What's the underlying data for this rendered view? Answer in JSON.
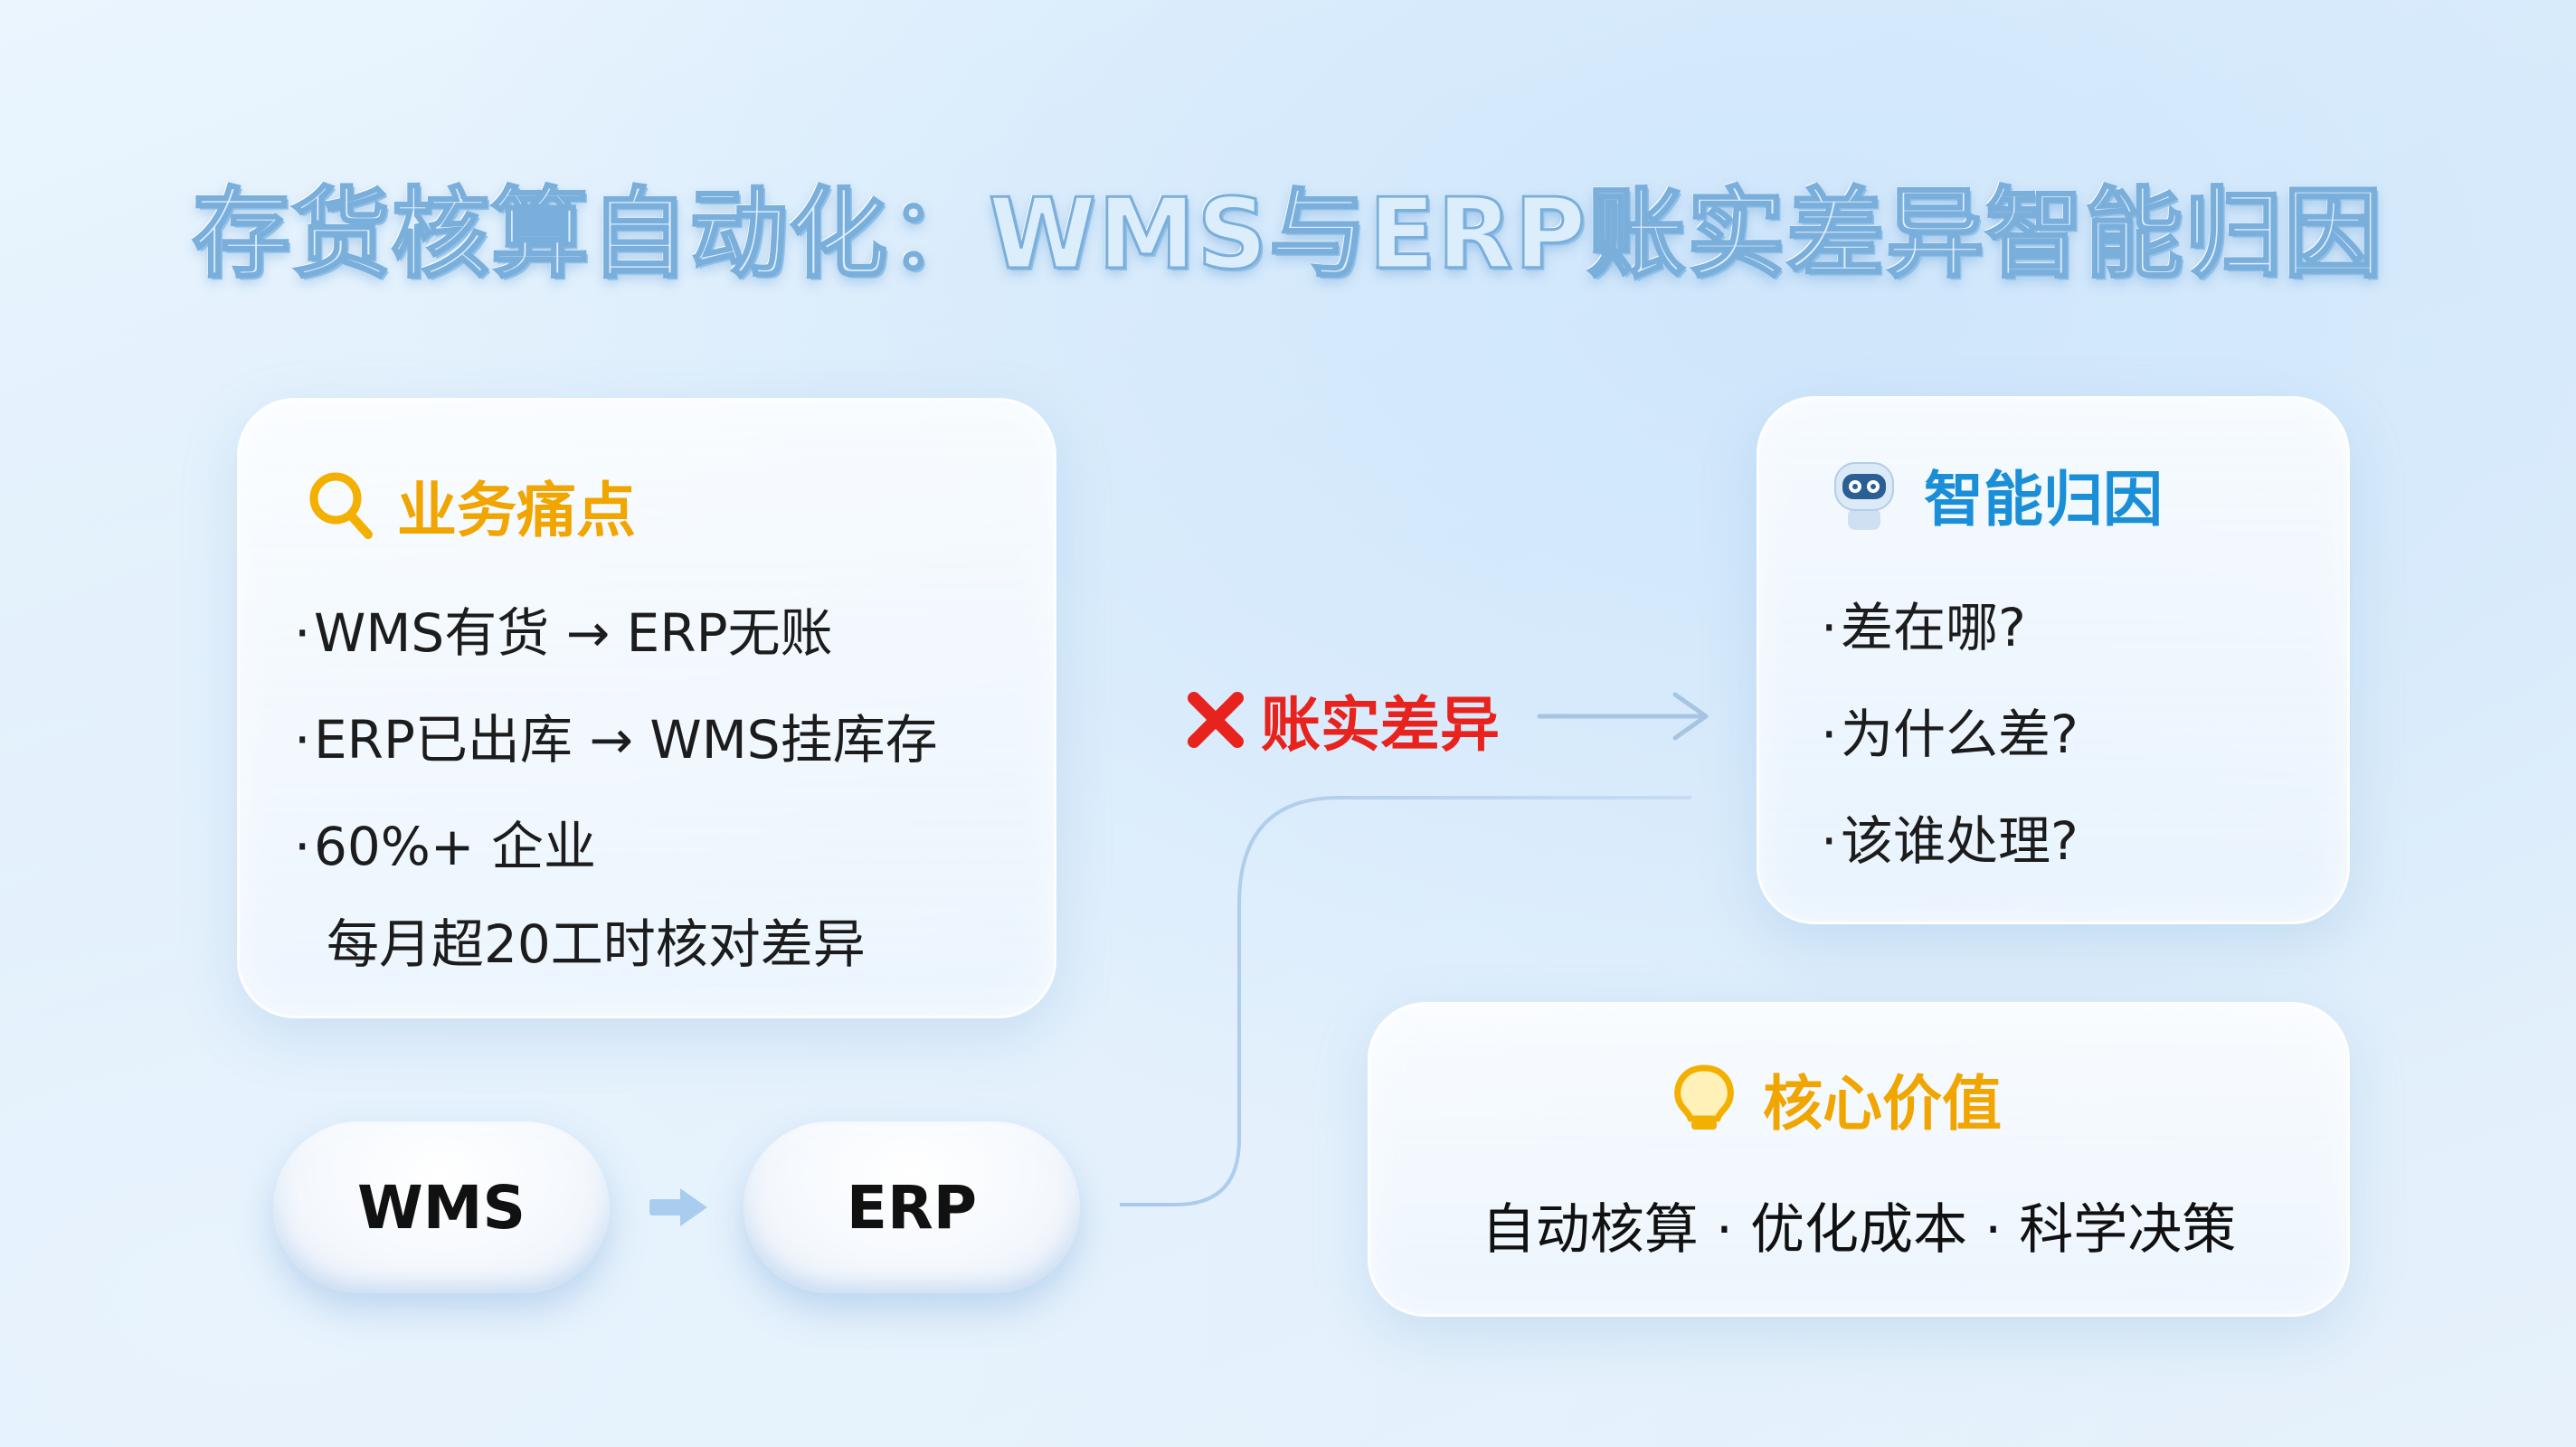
{
  "title": "存货核算自动化：WMS与ERP账实差异智能归因",
  "pain_card": {
    "title": "业务痛点",
    "bullets": [
      "WMS有货 → ERP无账",
      "ERP已出库 → WMS挂库存",
      "60%+ 企业"
    ],
    "bullet_cont": "每月超20工时核对差异",
    "colors": {
      "title": "#f0a500"
    }
  },
  "flow": {
    "source": "WMS",
    "target": "ERP"
  },
  "diff_label": "账实差异",
  "attribution_card": {
    "title": "智能归因",
    "bullets": [
      "差在哪?",
      "为什么差?",
      "该谁处理?"
    ],
    "colors": {
      "title": "#1a8fd8"
    }
  },
  "value_card": {
    "title": "核心价值",
    "values": "自动核算 · 优化成本 · 科学决策",
    "colors": {
      "title": "#f0a500"
    }
  },
  "icons": {
    "pain": "search-icon",
    "diff": "cross-icon",
    "attribution": "robot-icon",
    "value": "lightbulb-icon"
  }
}
